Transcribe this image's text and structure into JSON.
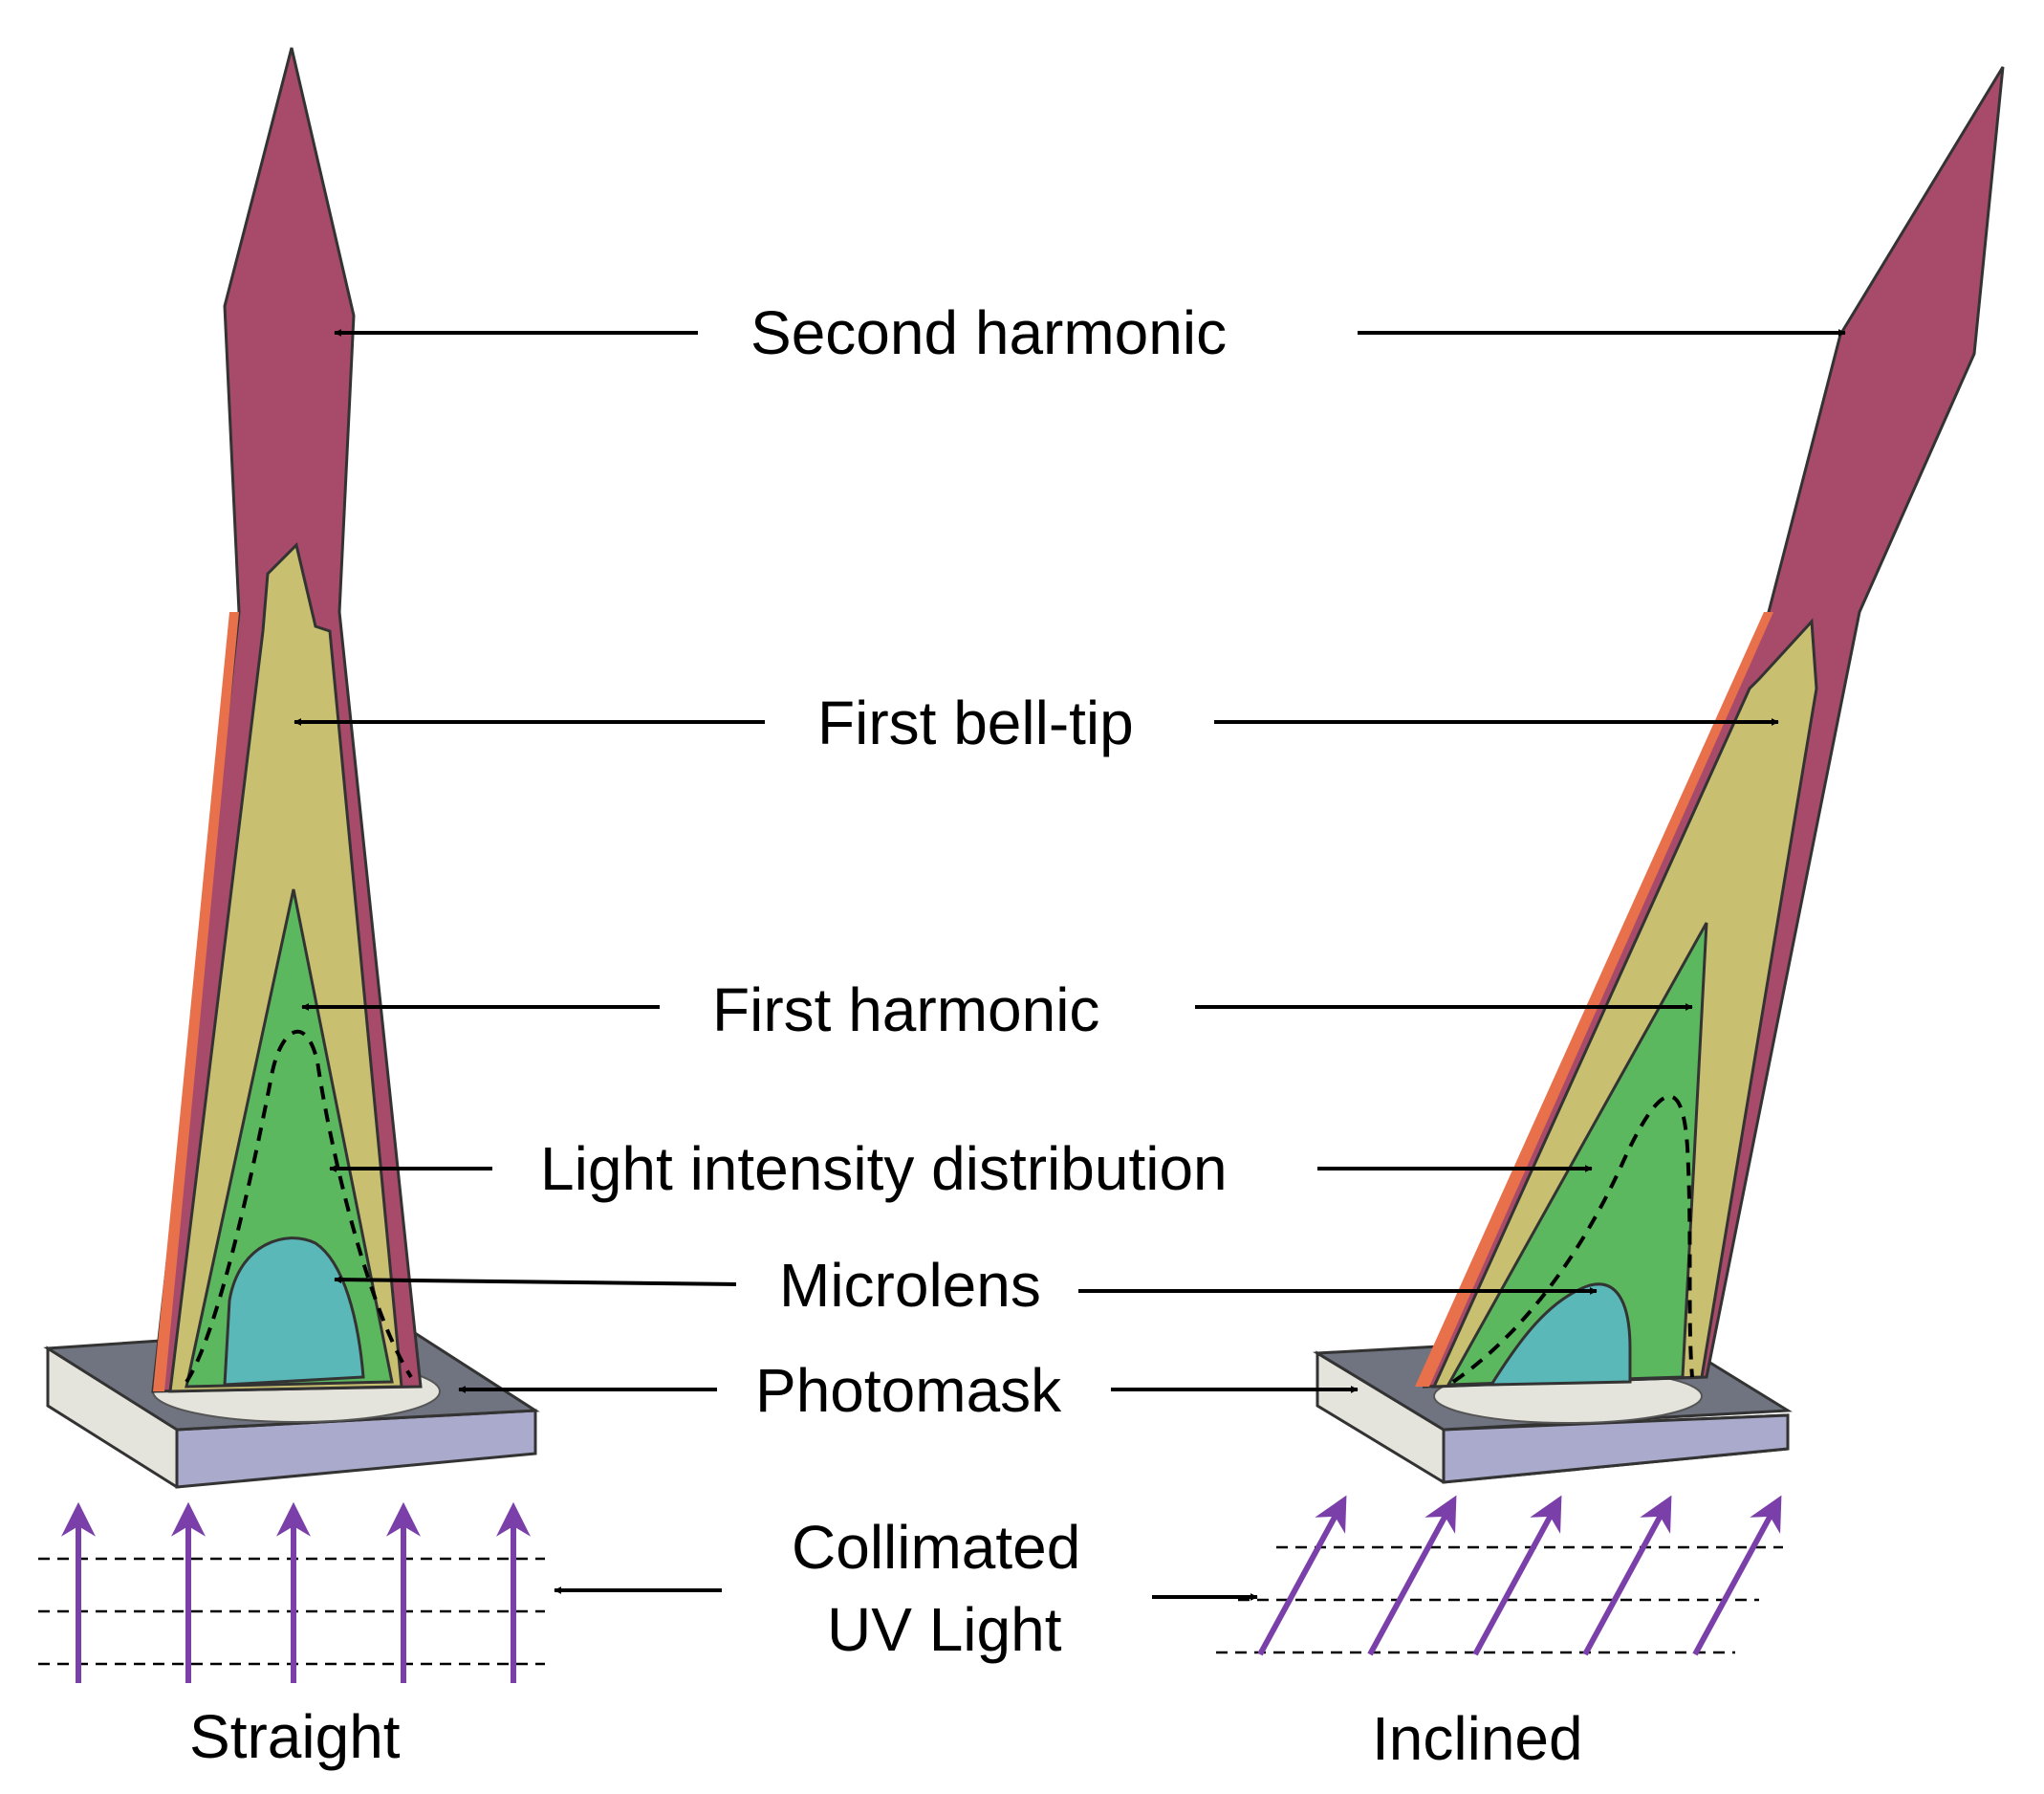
{
  "labels": {
    "second_harmonic": "Second harmonic",
    "first_bell_tip": "First bell-tip",
    "first_harmonic": "First harmonic",
    "light_intensity": "Light intensity distribution",
    "microlens": "Microlens",
    "photomask": "Photomask",
    "collimated_line1": "Collimated",
    "collimated_line2": "UV Light"
  },
  "captions": {
    "straight": "Straight",
    "inclined": "Inclined"
  },
  "colors": {
    "second_harmonic": "#a84a6a",
    "first_bell_tip": "#c8c070",
    "first_harmonic": "#5cb85e",
    "microlens": "#5ab8b8",
    "photomask_top": "#707480",
    "photomask_side": "#aaaacc",
    "photomask_front": "#e4e4dc",
    "edge_orange": "#e8704a",
    "uv_arrow": "#7a3fa8"
  }
}
